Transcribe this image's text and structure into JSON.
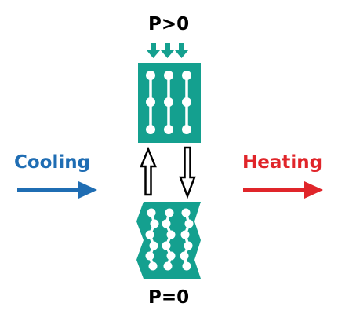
{
  "labels": {
    "pressure_top": "P>0",
    "pressure_bottom": "P=0",
    "left_process": "Cooling",
    "right_process": "Heating"
  },
  "colors": {
    "teal": "#14a08f",
    "blue": "#1f6db3",
    "red": "#e0252a",
    "text": "#000000"
  },
  "icons": {
    "pressure_arrows": "down-arrows-icon",
    "transition_up": "up-arrow-icon",
    "transition_down": "down-arrow-icon"
  }
}
